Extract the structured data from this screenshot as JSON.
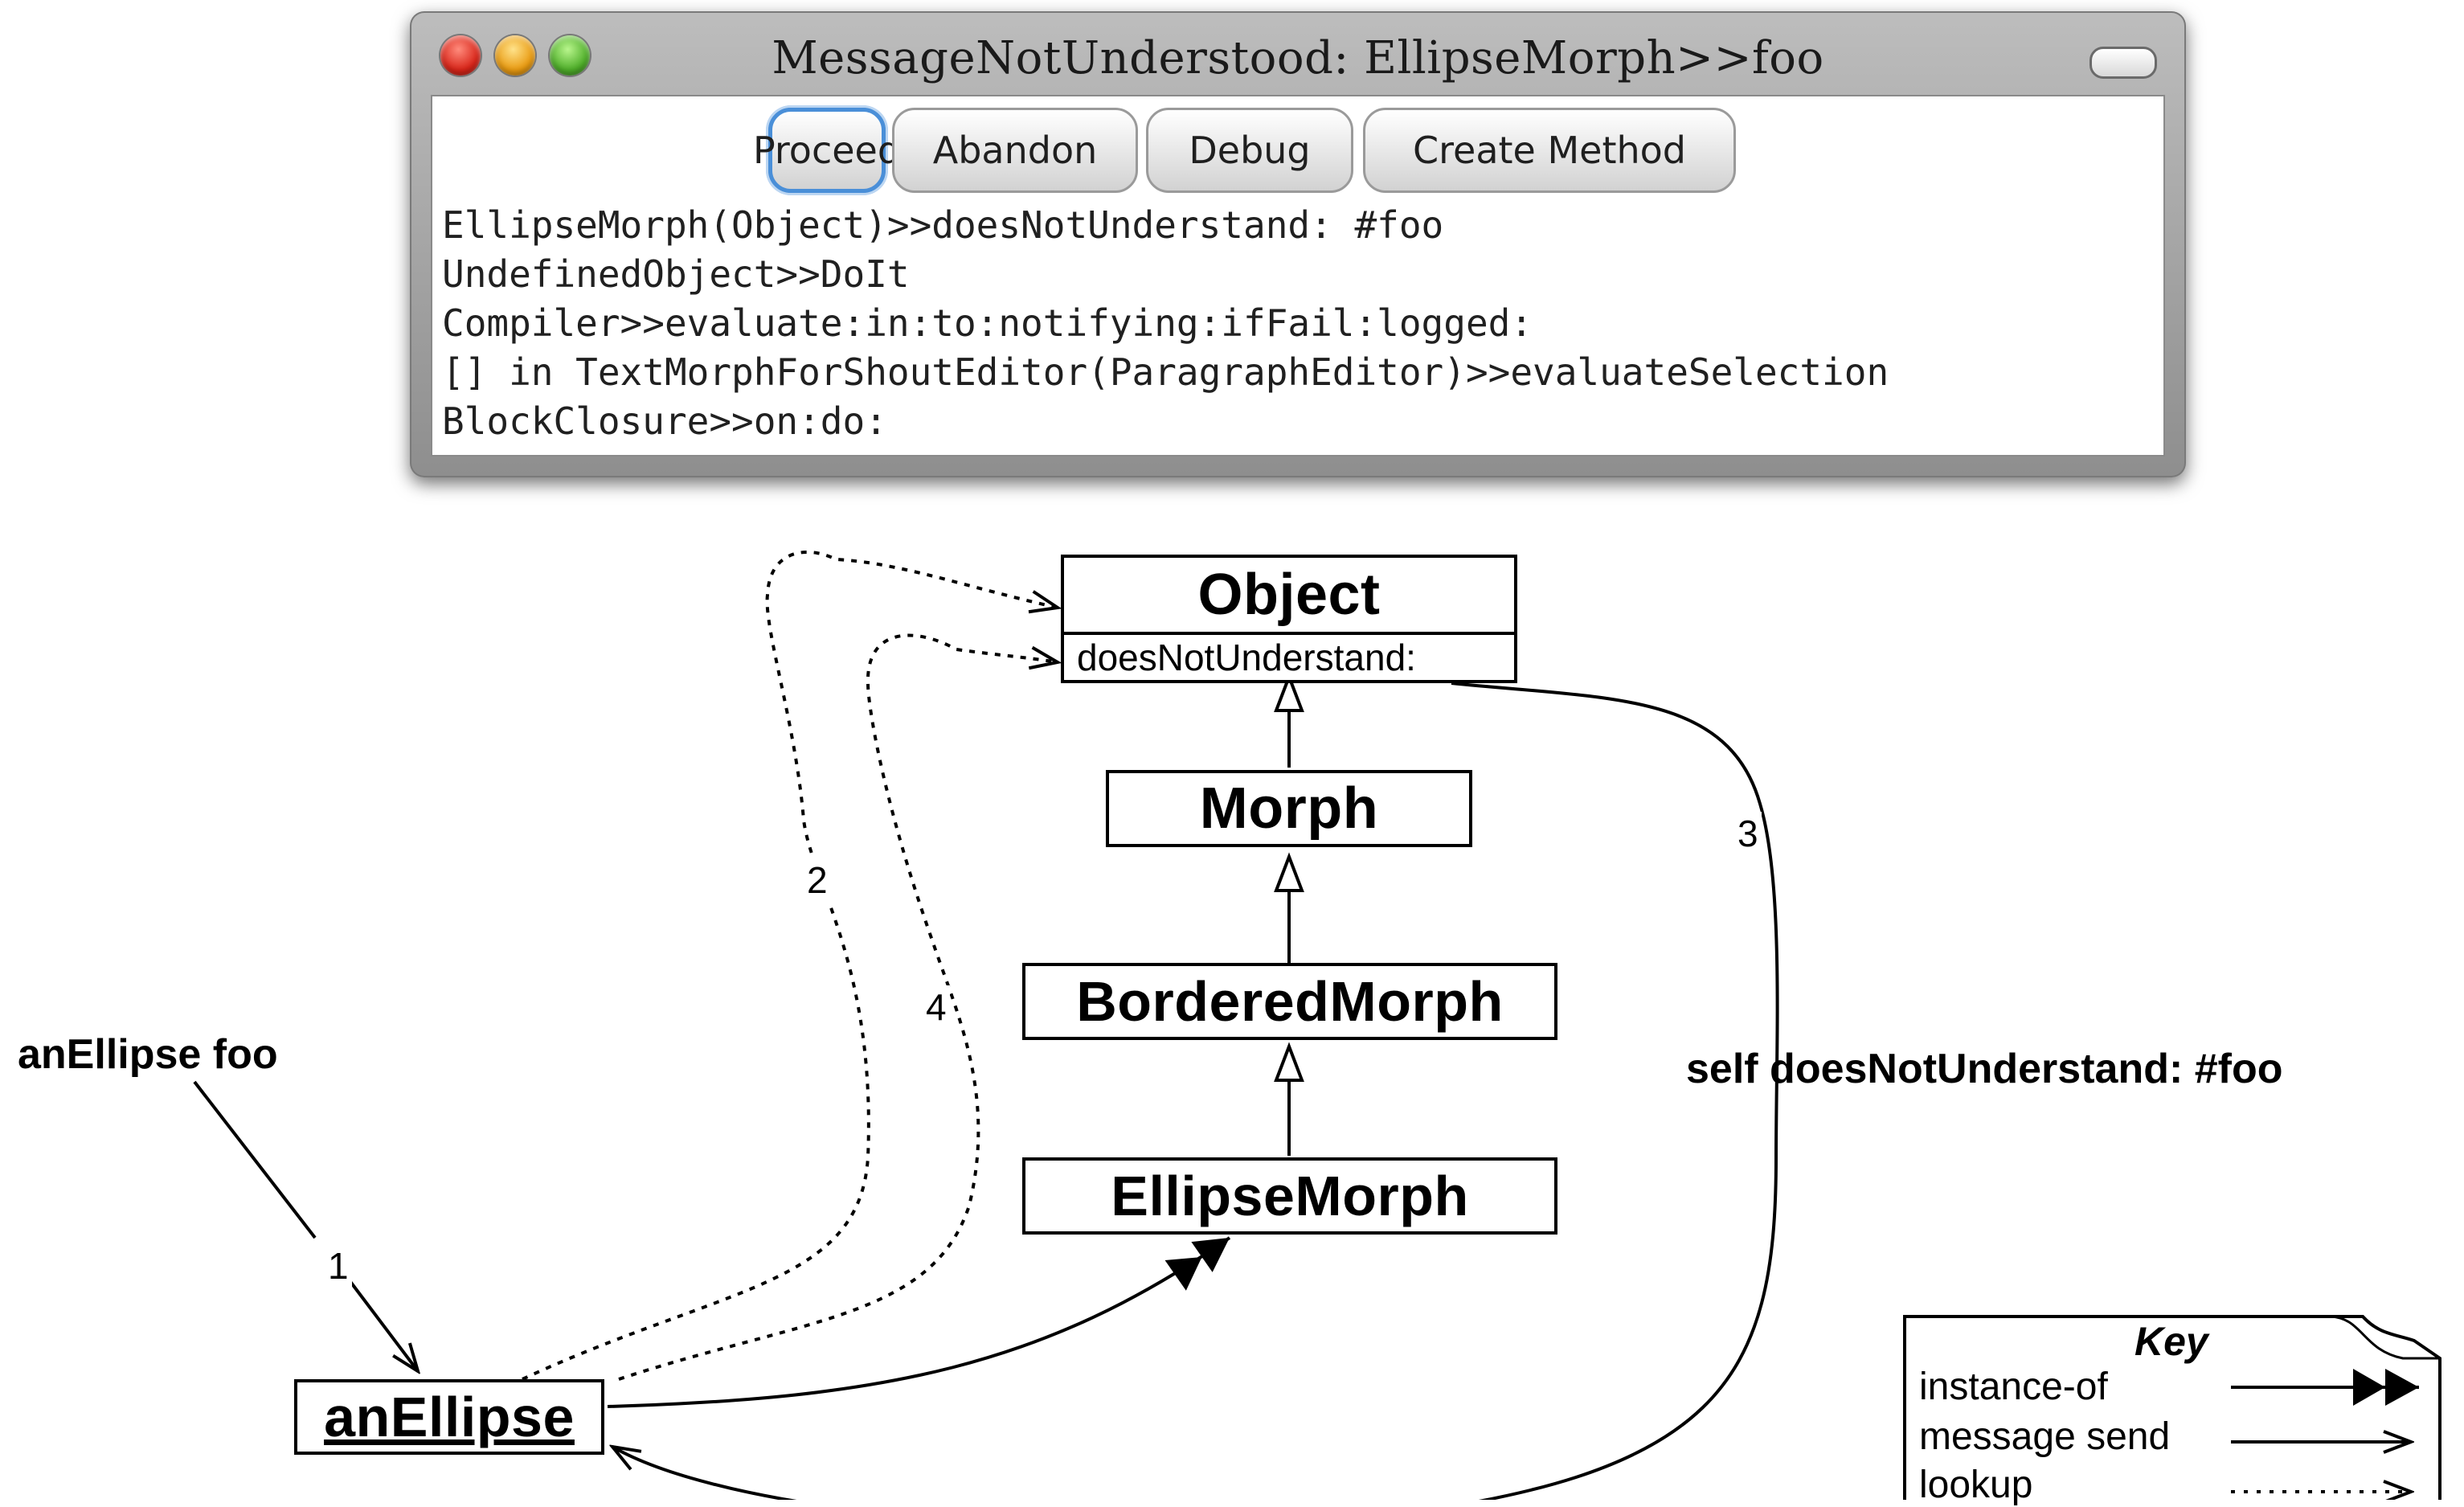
{
  "window": {
    "title": "MessageNotUnderstood: EllipseMorph>>foo",
    "buttons": [
      "Proceed",
      "Abandon",
      "Debug",
      "Create Method"
    ],
    "stack_trace": [
      "EllipseMorph(Object)>>doesNotUnderstand: #foo",
      "UndefinedObject>>DoIt",
      "Compiler>>evaluate:in:to:notifying:ifFail:logged:",
      "[] in TextMorphForShoutEditor(ParagraphEditor)>>evaluateSelection",
      "BlockClosure>>on:do:"
    ]
  },
  "diagram": {
    "classes": {
      "object": "Object",
      "object_method": "doesNotUnderstand:",
      "morph": "Morph",
      "bordered_morph": "BorderedMorph",
      "ellipse_morph": "EllipseMorph"
    },
    "instance": "anEllipse",
    "message_label": "anEllipse foo",
    "dnu_label": "self doesNotUnderstand: #foo",
    "step_numbers": [
      "1",
      "2",
      "3",
      "4"
    ]
  },
  "key": {
    "title": "Key",
    "items": [
      "instance-of",
      "message send",
      "lookup"
    ]
  }
}
